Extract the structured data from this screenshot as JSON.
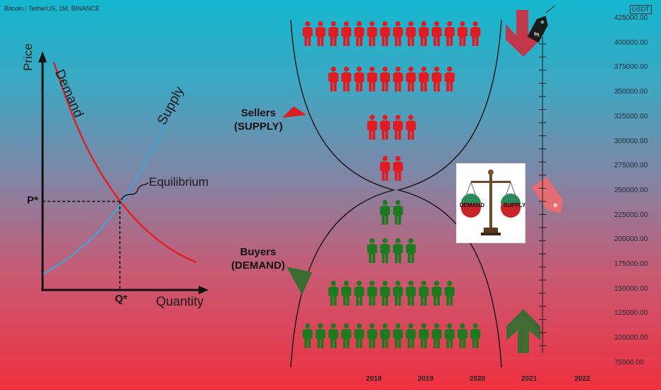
{
  "chart_header": {
    "title": "Bitcoin / TetherUS, 1M, BINANCE",
    "currency": "USDT"
  },
  "price_axis": {
    "ticks": [
      "425000.00",
      "400000.00",
      "375000.00",
      "350000.00",
      "325000.00",
      "300000.00",
      "275000.00",
      "250000.00",
      "225000.00",
      "200000.00",
      "175000.00",
      "150000.00",
      "125000.00",
      "100000.00",
      "75000.00"
    ]
  },
  "time_axis": {
    "years": [
      "2018",
      "2019",
      "2020",
      "2021",
      "2022"
    ]
  },
  "supply_demand_graph": {
    "y_axis_label": "Price",
    "x_axis_label": "Quantity",
    "demand_label": "Demand",
    "supply_label": "Supply",
    "equilibrium_label": "Equilibrium",
    "price_marker": "P*",
    "quantity_marker": "Q*"
  },
  "hourglass": {
    "sellers_label_line1": "Sellers",
    "sellers_label_line2": "(SUPPLY)",
    "buyers_label_line1": "Buyers",
    "buyers_label_line2": "(DEMAND)",
    "seller_rows": [
      14,
      10,
      4,
      2
    ],
    "buyer_rows": [
      2,
      4,
      10,
      14
    ]
  },
  "scale": {
    "demand_label": "DEMAND",
    "supply_label": "SUPPLY"
  },
  "colors": {
    "sellers": "#e11b22",
    "buyers": "#1f7a1f",
    "demand_curve": "#e21f1f",
    "supply_curve": "#3aa5d8",
    "axis": "#111111",
    "down_arrow": "#c0384a",
    "up_arrow": "#3f6b32"
  },
  "chart_data": {
    "type": "line",
    "title": "",
    "xlabel": "Quantity",
    "ylabel": "Price",
    "grid": false,
    "series": [
      {
        "name": "Demand",
        "x": [
          0.1,
          0.5,
          1.0,
          1.5,
          2.0,
          3.0,
          4.0,
          5.0,
          6.0,
          7.2
        ],
        "y": [
          9.0,
          7.5,
          6.1,
          5.0,
          4.2,
          3.3,
          2.6,
          2.1,
          1.6,
          1.1
        ]
      },
      {
        "name": "Supply",
        "x": [
          0.1,
          1.0,
          2.0,
          3.0,
          4.0,
          4.5,
          5.0,
          6.0
        ],
        "y": [
          0.8,
          1.6,
          2.4,
          3.2,
          4.1,
          4.6,
          5.2,
          6.8
        ]
      }
    ],
    "annotations": [
      "Equilibrium",
      "P*",
      "Q*"
    ]
  }
}
